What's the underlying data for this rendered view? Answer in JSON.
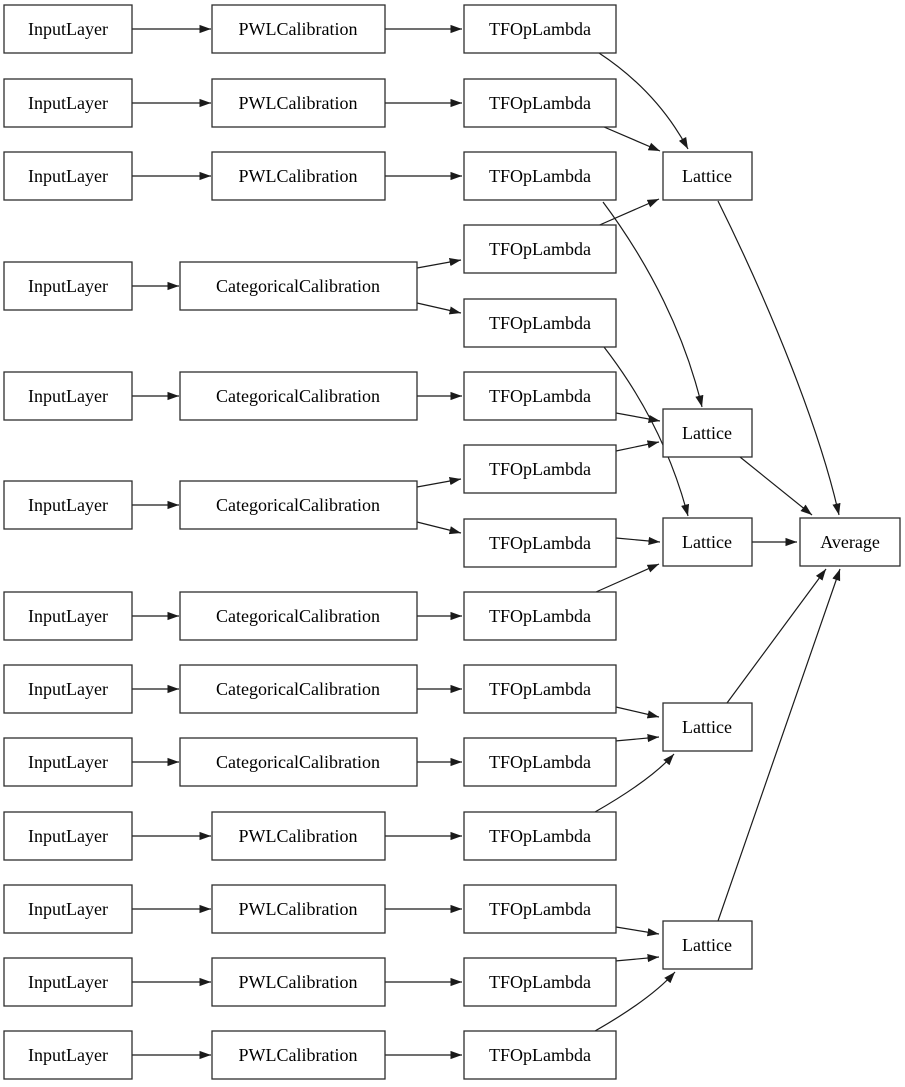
{
  "labels": {
    "input_layer": "InputLayer",
    "pwl_calibration": "PWLCalibration",
    "categorical_calibration": "CategoricalCalibration",
    "tf_op_lambda": "TFOpLambda",
    "lattice": "Lattice",
    "average": "Average"
  },
  "colors": {
    "background": "#ffffff",
    "node_fill": "#ffffff",
    "node_border": "#2e2e2e",
    "edge": "#1a1a1a",
    "text": "#000000"
  },
  "graph": {
    "node_counts": {
      "input_layer": 13,
      "pwl_calibration": 7,
      "categorical_calibration": 6,
      "tf_op_lambda": 15,
      "lattice": 5,
      "average": 1
    },
    "nodes": {
      "input_layers": [
        "input_1",
        "input_2",
        "input_3",
        "input_4",
        "input_5",
        "input_6",
        "input_7",
        "input_8",
        "input_9",
        "input_10",
        "input_11",
        "input_12",
        "input_13"
      ],
      "pwl_calibrations": [
        "pwl_1",
        "pwl_2",
        "pwl_3",
        "pwl_4",
        "pwl_5",
        "pwl_6",
        "pwl_7"
      ],
      "categorical_calibrations": [
        "cat_1",
        "cat_2",
        "cat_3",
        "cat_4",
        "cat_5",
        "cat_6"
      ],
      "tf_op_lambdas": [
        "lambda_1",
        "lambda_2",
        "lambda_3",
        "lambda_4",
        "lambda_5",
        "lambda_6",
        "lambda_7",
        "lambda_8",
        "lambda_9",
        "lambda_10",
        "lambda_11",
        "lambda_12",
        "lambda_13",
        "lambda_14",
        "lambda_15"
      ],
      "lattices": [
        "lattice_1",
        "lattice_2",
        "lattice_3",
        "lattice_4",
        "lattice_5"
      ],
      "average": "average_1"
    },
    "edges": [
      "input_1->pwl_1",
      "input_2->pwl_2",
      "input_3->pwl_3",
      "input_4->cat_1",
      "input_5->cat_2",
      "input_6->cat_3",
      "input_7->cat_4",
      "input_8->cat_5",
      "input_9->cat_6",
      "input_10->pwl_4",
      "input_11->pwl_5",
      "input_12->pwl_6",
      "input_13->pwl_7",
      "pwl_1->lambda_1",
      "pwl_2->lambda_2",
      "pwl_3->lambda_3",
      "cat_1->lambda_4",
      "cat_1->lambda_5",
      "cat_2->lambda_6",
      "cat_3->lambda_7",
      "cat_3->lambda_8",
      "cat_4->lambda_9",
      "cat_5->lambda_10",
      "cat_6->lambda_11",
      "pwl_4->lambda_12",
      "pwl_5->lambda_13",
      "pwl_6->lambda_14",
      "pwl_7->lambda_15",
      "lambda_1->lattice_1",
      "lambda_2->lattice_1",
      "lambda_4->lattice_1",
      "lambda_3->lattice_2",
      "lambda_6->lattice_2",
      "lambda_7->lattice_2",
      "lambda_5->lattice_3",
      "lambda_8->lattice_3",
      "lambda_9->lattice_3",
      "lambda_10->lattice_4",
      "lambda_11->lattice_4",
      "lambda_12->lattice_4",
      "lambda_13->lattice_5",
      "lambda_14->lattice_5",
      "lambda_15->lattice_5",
      "lattice_1->average_1",
      "lattice_2->average_1",
      "lattice_3->average_1",
      "lattice_4->average_1",
      "lattice_5->average_1"
    ]
  }
}
